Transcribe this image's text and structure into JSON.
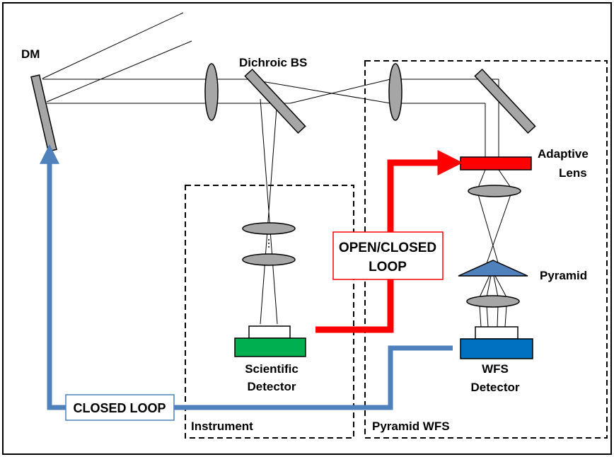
{
  "labels": {
    "dm": "DM",
    "dichroic": "Dichroic BS",
    "adaptive_line1": "Adaptive",
    "adaptive_line2": "Lens",
    "pyramid": "Pyramid",
    "scientific_line1": "Scientific",
    "scientific_line2": "Detector",
    "wfs_line1": "WFS",
    "wfs_line2": "Detector",
    "instrument": "Instrument",
    "pyramid_wfs": "Pyramid WFS",
    "open_closed_line1": "OPEN/CLOSED",
    "open_closed_line2": "LOOP",
    "closed_loop": "CLOSED LOOP"
  },
  "colors": {
    "red_loop": "#ff0000",
    "blue_loop": "#4f81bd",
    "adaptive_lens": "#ff0000",
    "pyramid": "#4f81bd",
    "scientific_detector": "#00b050",
    "wfs_detector": "#0070c0",
    "optic_gray": "#a6a6a6"
  }
}
